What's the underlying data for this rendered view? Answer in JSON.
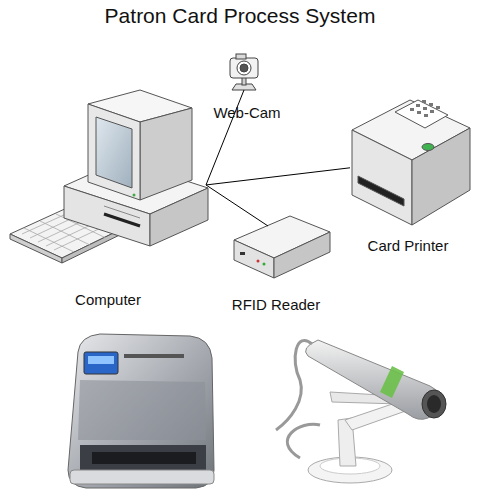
{
  "diagram": {
    "title": "Patron Card Process System",
    "nodes": [
      {
        "text": [
          "Web-Cam"
        ]
      },
      {
        "text": [
          "Computer"
        ]
      },
      {
        "text": [
          "Card Printer"
        ]
      },
      {
        "text": [
          "RFID Reader"
        ]
      }
    ],
    "edges": [
      {
        "from": 1,
        "to": 0,
        "arrow": "none"
      },
      {
        "from": 1,
        "to": 2,
        "arrow": "none"
      },
      {
        "from": 1,
        "to": 3,
        "arrow": "none"
      }
    ]
  }
}
